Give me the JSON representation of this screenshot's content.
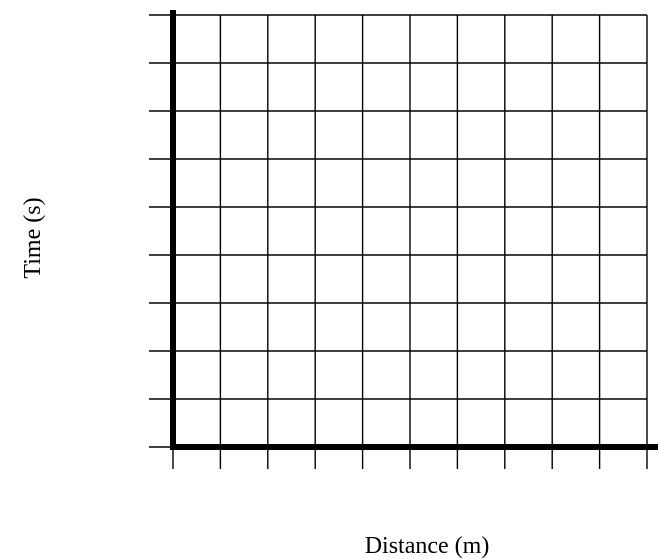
{
  "chart_data": {
    "type": "line",
    "title": "",
    "xlabel": "Distance (m)",
    "ylabel": "Time (s)",
    "x_divisions": 10,
    "y_divisions": 9,
    "grid": true,
    "series": [],
    "colors": {
      "grid": "#000000",
      "axis": "#000000",
      "background": "#ffffff"
    }
  }
}
